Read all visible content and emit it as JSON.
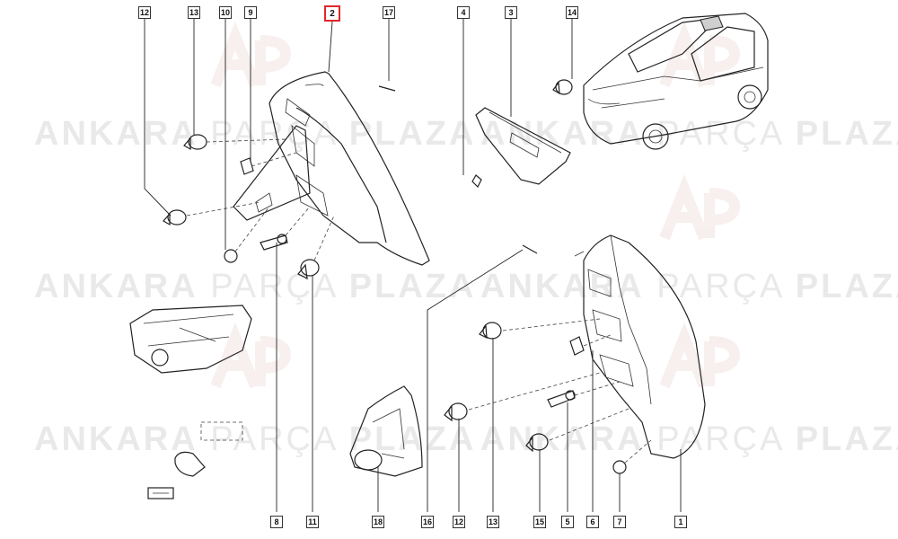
{
  "watermark": {
    "brand_bold_1": "ANKARA",
    "brand_thin": "PARÇA",
    "brand_bold_2": "PLAZA"
  },
  "highlight_color": "#e0262b",
  "callouts": [
    {
      "id": "c12a",
      "label": "12"
    },
    {
      "id": "c13a",
      "label": "13"
    },
    {
      "id": "c10",
      "label": "10"
    },
    {
      "id": "c9",
      "label": "9"
    },
    {
      "id": "c2",
      "label": "2",
      "highlight": true
    },
    {
      "id": "c17",
      "label": "17"
    },
    {
      "id": "c4",
      "label": "4"
    },
    {
      "id": "c3",
      "label": "3"
    },
    {
      "id": "c14",
      "label": "14"
    },
    {
      "id": "c8",
      "label": "8"
    },
    {
      "id": "c11",
      "label": "11"
    },
    {
      "id": "c18",
      "label": "18"
    },
    {
      "id": "c16",
      "label": "16"
    },
    {
      "id": "c12b",
      "label": "12"
    },
    {
      "id": "c13b",
      "label": "13"
    },
    {
      "id": "c15",
      "label": "15"
    },
    {
      "id": "c5",
      "label": "5"
    },
    {
      "id": "c6",
      "label": "6"
    },
    {
      "id": "c7",
      "label": "7"
    },
    {
      "id": "c1",
      "label": "1"
    }
  ]
}
